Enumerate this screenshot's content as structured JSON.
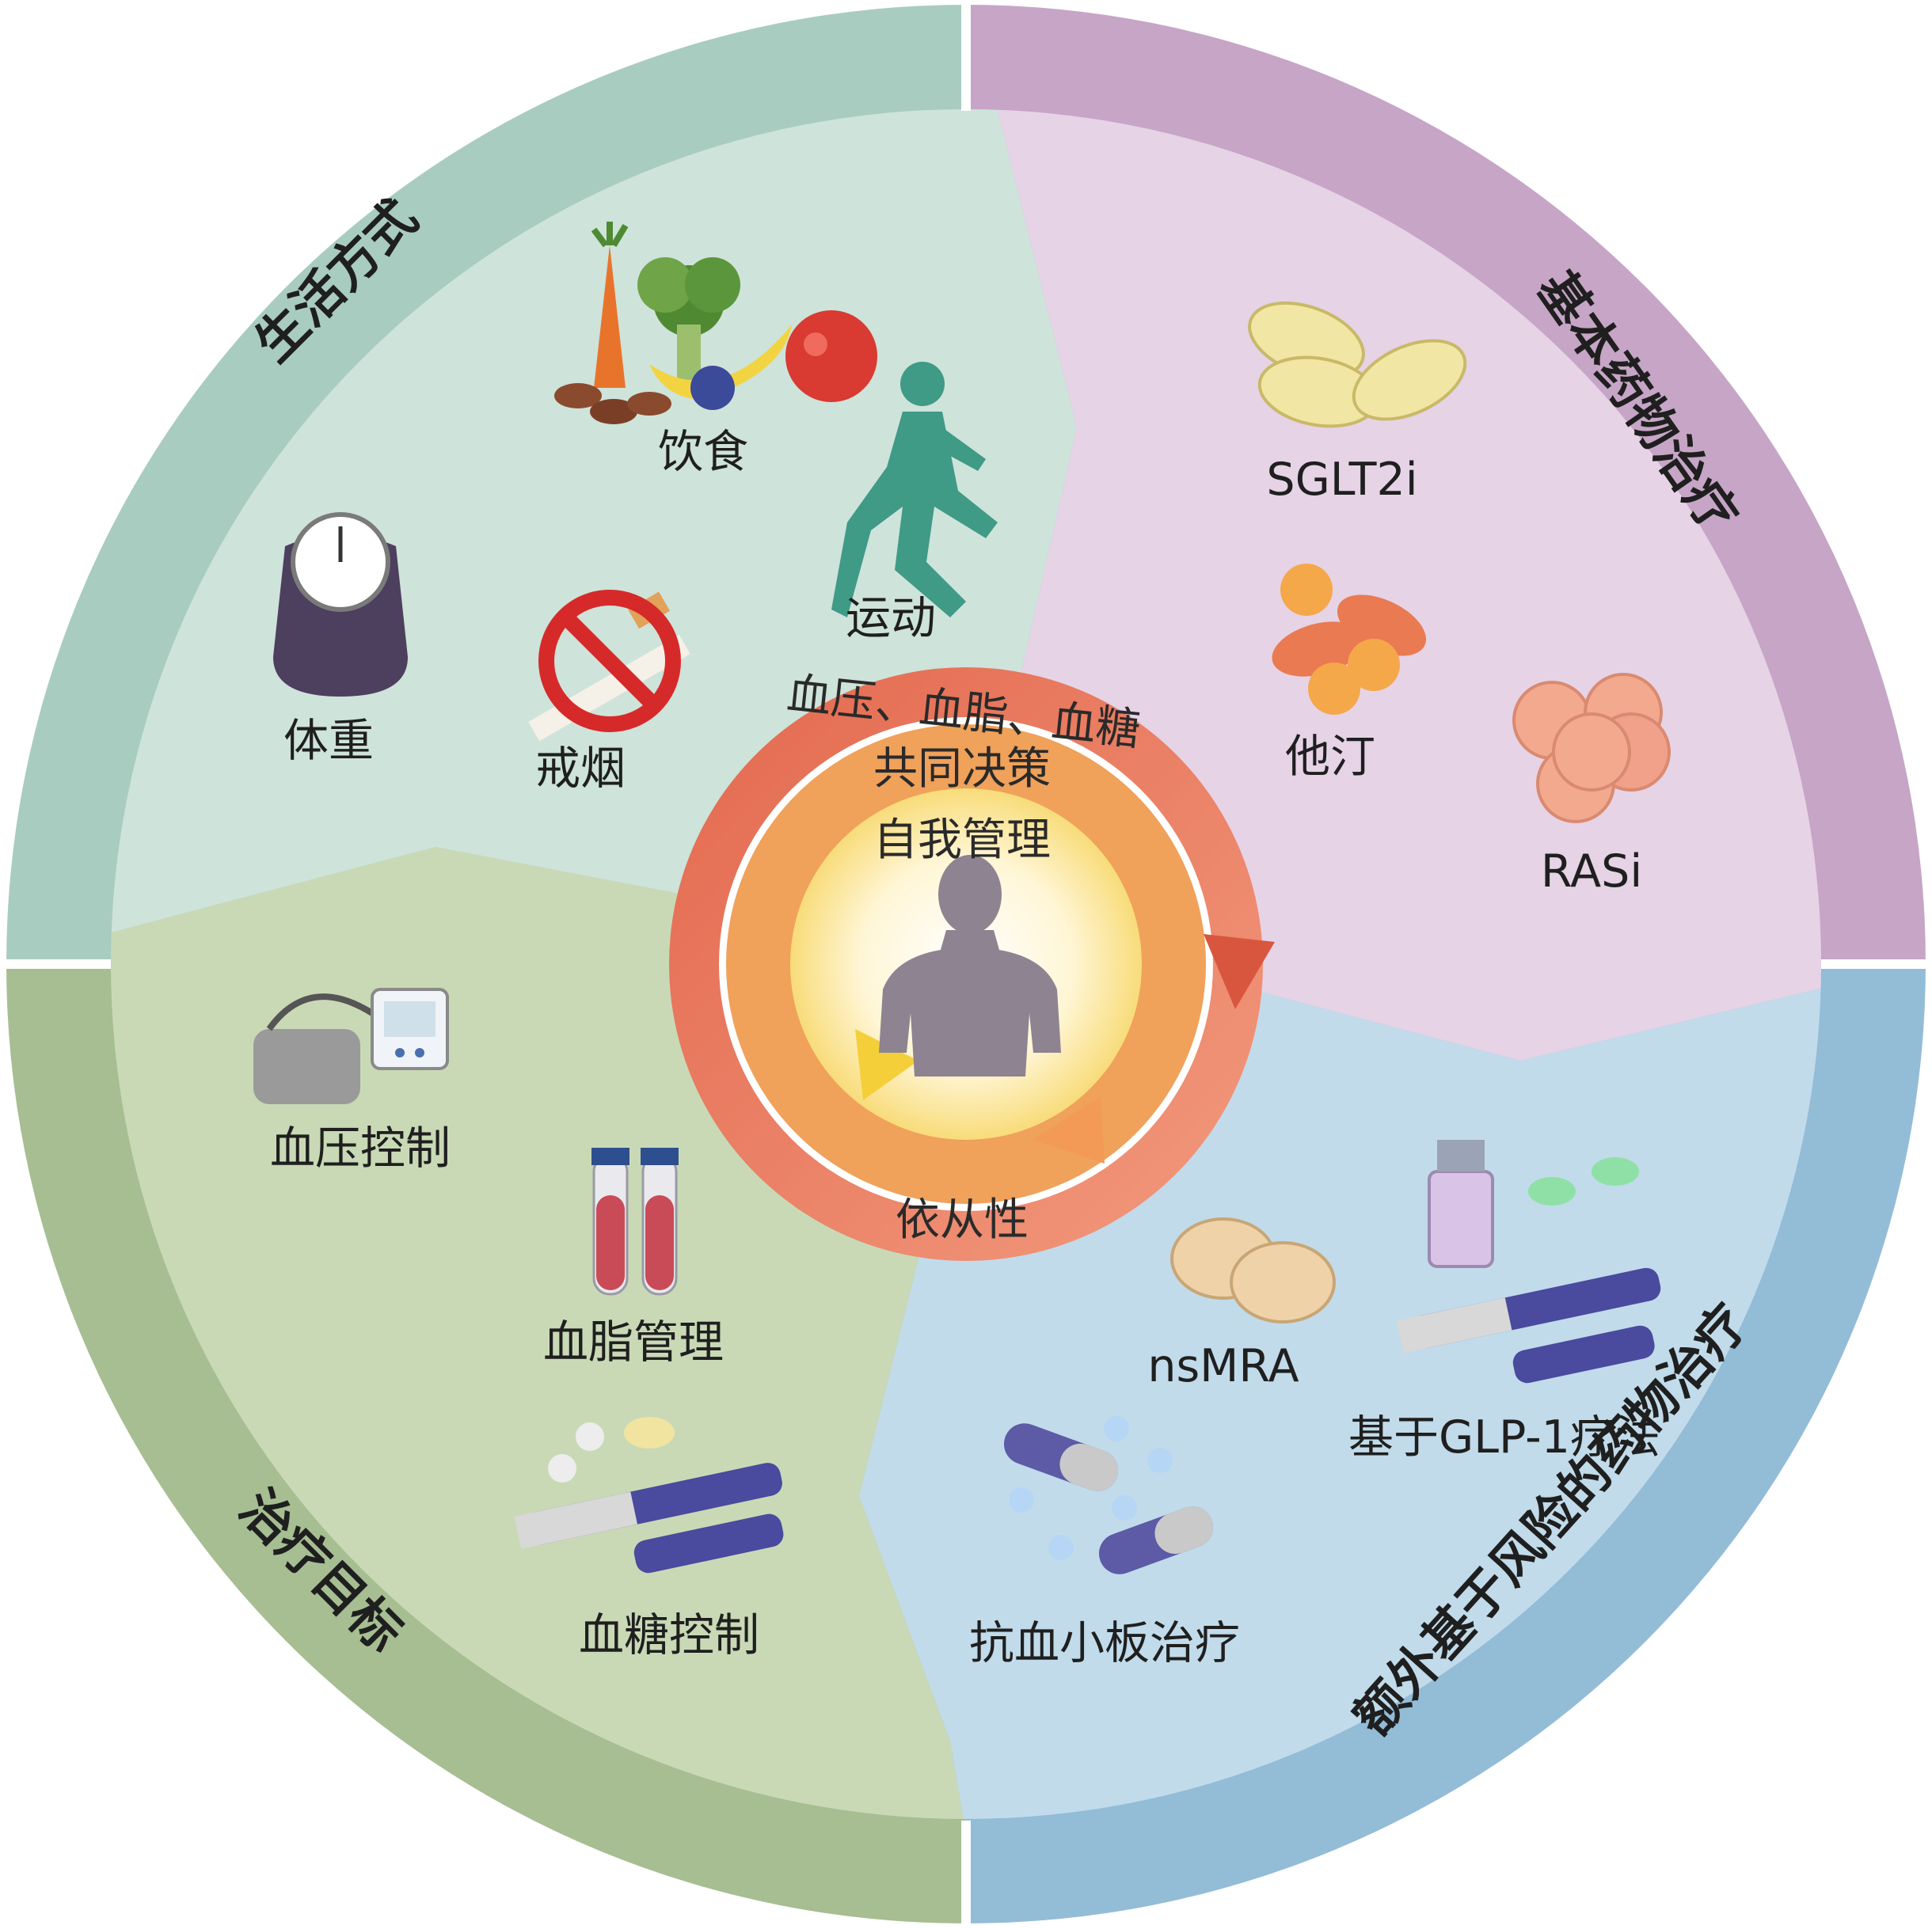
{
  "colors": {
    "lifestyle_outer": "#a9ccc0",
    "lifestyle_inner": "#cee3da",
    "basic_drug_outer": "#c6a5c6",
    "basic_drug_inner": "#e6d3e6",
    "risk_drug_outer": "#93bcd7",
    "risk_drug_inner": "#c1dbea",
    "targets_outer": "#a6be92",
    "targets_inner": "#c9d9b6",
    "ring_red": "#e06f55",
    "ring_orange": "#f0a15a",
    "ring_yellow": "#f7d66e",
    "center_glow": "#fff7dc",
    "person": "#8e8391"
  },
  "quadrants": {
    "lifestyle": {
      "title": "生活方式",
      "items": {
        "diet": {
          "label": "饮食",
          "icon": "food-icon"
        },
        "exercise": {
          "label": "运动",
          "icon": "runner-icon"
        },
        "weight": {
          "label": "体重",
          "icon": "scale-icon"
        },
        "smoking": {
          "label": "戒烟",
          "icon": "no-smoking-icon"
        }
      }
    },
    "basic_drugs": {
      "title": "基本药物治疗",
      "items": {
        "sglt2i": {
          "label": "SGLT2i",
          "icon": "oval-pills-icon"
        },
        "statin": {
          "label": "他汀",
          "icon": "orange-pills-icon"
        },
        "rasi": {
          "label": "RASi",
          "icon": "round-tablets-icon"
        }
      }
    },
    "risk_drugs": {
      "title": "额外基于风险的药物治疗",
      "items": {
        "nsmra": {
          "label": "nsMRA",
          "icon": "tablets-icon"
        },
        "glp1": {
          "label": "基于GLP-1疗法",
          "icon": "injection-pen-icon"
        },
        "antiplatelet": {
          "label": "抗血小板治疗",
          "icon": "capsules-icon"
        }
      }
    },
    "targets": {
      "title": "治疗目标",
      "items": {
        "bp": {
          "label": "血压控制",
          "icon": "blood-pressure-monitor-icon"
        },
        "lipid": {
          "label": "血脂管理",
          "icon": "test-tube-icon"
        },
        "glucose": {
          "label": "血糖控制",
          "icon": "insulin-pen-icon"
        }
      }
    }
  },
  "center": {
    "outer_ring": "血压、血脂、血糖",
    "shared_decision": "共同决策",
    "self_management": "自我管理",
    "adherence": "依从性"
  }
}
